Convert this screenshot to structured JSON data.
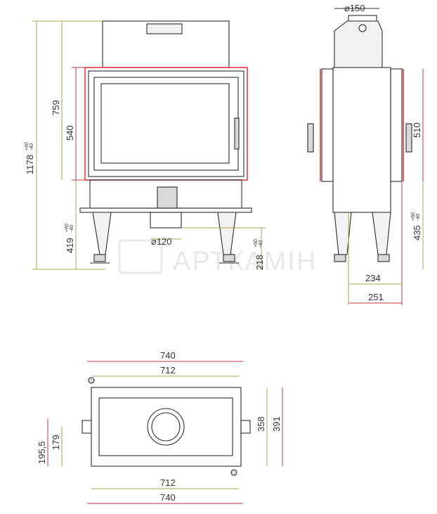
{
  "colors": {
    "outline": "#2a2a2a",
    "door_frame": "#e23b3b",
    "dim_line_olive": "#a7a84a",
    "dim_line_crimson": "#c8304a"
  },
  "watermark": "АРТКАМІН",
  "front_view": {
    "height_total": "1178",
    "height_total_tol_plus": "+60",
    "height_total_tol_minus": "-40",
    "height_759": "759",
    "height_540": "540",
    "height_419": "419",
    "height_419_tol_plus": "+60",
    "height_419_tol_minus": "-40",
    "height_218": "218",
    "height_218_tol_plus": "+60",
    "height_218_tol_minus": "-40",
    "flue_diameter": "⌀120"
  },
  "side_view": {
    "flue_diameter": "⌀150",
    "height_510": "510",
    "height_435": "435",
    "height_435_tol_plus": "+60",
    "height_435_tol_minus": "-40",
    "depth_234": "234",
    "depth_251": "251"
  },
  "top_view": {
    "width_740_top": "740",
    "width_712_top": "712",
    "width_712_bottom": "712",
    "width_740_bottom": "740",
    "depth_358": "358",
    "depth_391": "391",
    "offset_179": "179",
    "offset_195_5": "195,5"
  }
}
